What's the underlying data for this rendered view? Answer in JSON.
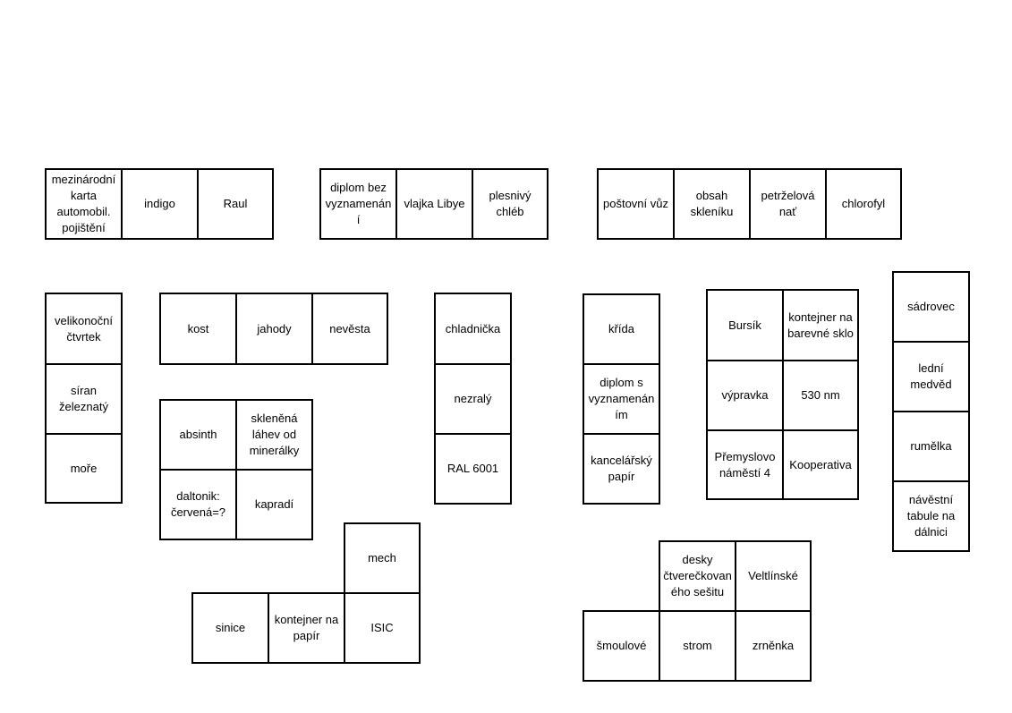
{
  "groups": [
    {
      "cells": [
        "mezinárodní karta automobil. pojištění",
        "indigo",
        "Raul"
      ]
    },
    {
      "cells": [
        "diplom bez vyznamenání",
        "vlajka Libye",
        "plesnivý chléb"
      ]
    },
    {
      "cells": [
        "poštovní vůz",
        "obsah skleníku",
        "petrželová nať",
        "chlorofyl"
      ]
    },
    {
      "cells": [
        "velikonoční čtvrtek",
        "síran železnatý",
        "moře"
      ]
    },
    {
      "cells": [
        "kost",
        "jahody",
        "nevěsta"
      ]
    },
    {
      "cells": [
        "chladnička",
        "nezralý",
        "RAL 6001"
      ]
    },
    {
      "cells": [
        "křída",
        "diplom s vyznamenáním",
        "kancelářský papír"
      ]
    },
    {
      "cells": [
        "Bursík",
        "kontejner na barevné sklo",
        "výpravka",
        "530 nm",
        "Přemyslovo náměstí 4",
        "Kooperativa"
      ]
    },
    {
      "cells": [
        "sádrovec",
        "lední medvěd",
        "rumělka",
        "návěstní tabule na dálnici"
      ]
    },
    {
      "cells": [
        "absinth",
        "skleněná láhev od minerálky",
        "daltonik: červená=?",
        "kapradí"
      ]
    },
    {
      "cells": [
        "mech",
        "sinice",
        "kontejner na papír",
        "ISIC"
      ]
    },
    {
      "cells": [
        "desky čtverečkovaného sešitu",
        "Veltlínské",
        "šmoulové",
        "strom",
        "zrněnka"
      ]
    }
  ]
}
